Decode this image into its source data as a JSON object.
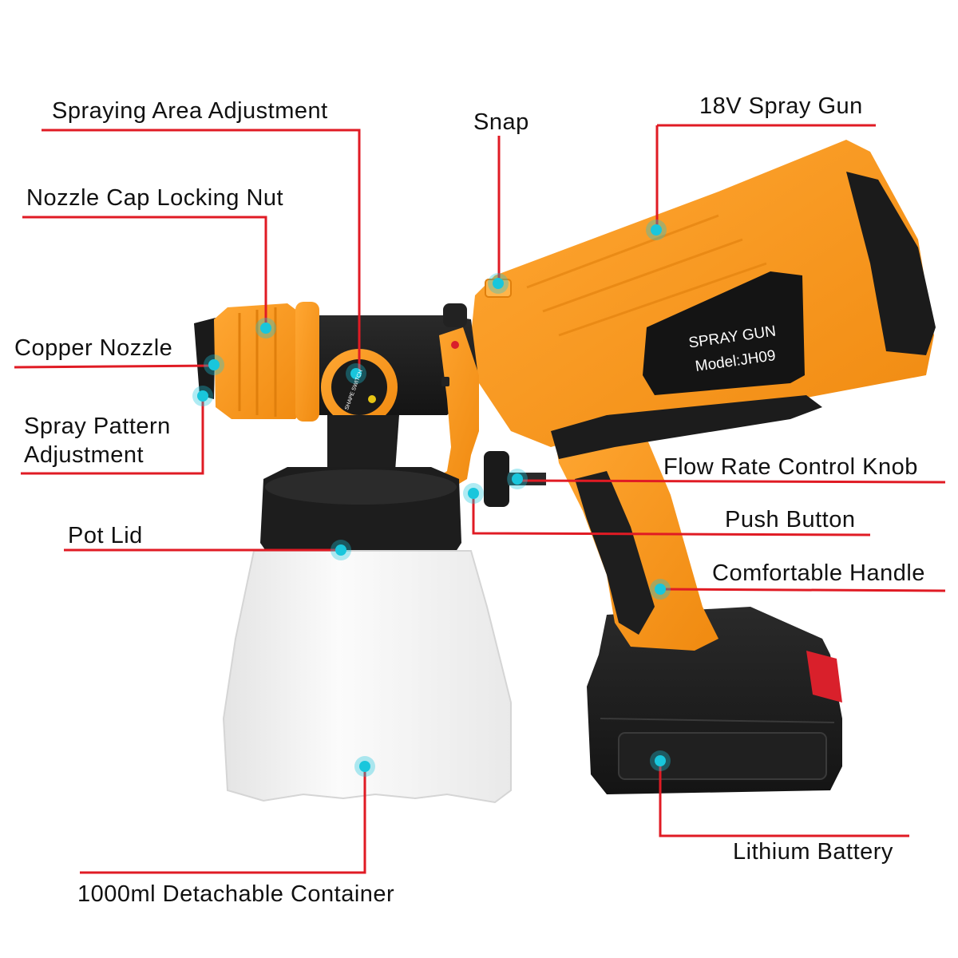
{
  "labels": {
    "spraying_area": "Spraying Area Adjustment",
    "snap": "Snap",
    "spray_gun": "18V Spray Gun",
    "nozzle_cap": "Nozzle Cap Locking Nut",
    "copper_nozzle": "Copper Nozzle",
    "spray_pattern_line1": "Spray Pattern",
    "spray_pattern_line2": "Adjustment",
    "flow_rate": "Flow Rate Control Knob",
    "push_button": "Push Button",
    "pot_lid": "Pot Lid",
    "handle": "Comfortable Handle",
    "battery": "Lithium Battery",
    "container": "1000ml Detachable Container"
  },
  "device_text": {
    "brand": "SPRAY GUN",
    "model": "Model:JH09",
    "dial": "SHAPE SWITCH"
  },
  "colors": {
    "callout_line": "#e01b24",
    "marker": "#19c6dc",
    "body_orange": "#f7931e",
    "body_black": "#1c1c1c",
    "container_white": "#f2f2f2"
  }
}
